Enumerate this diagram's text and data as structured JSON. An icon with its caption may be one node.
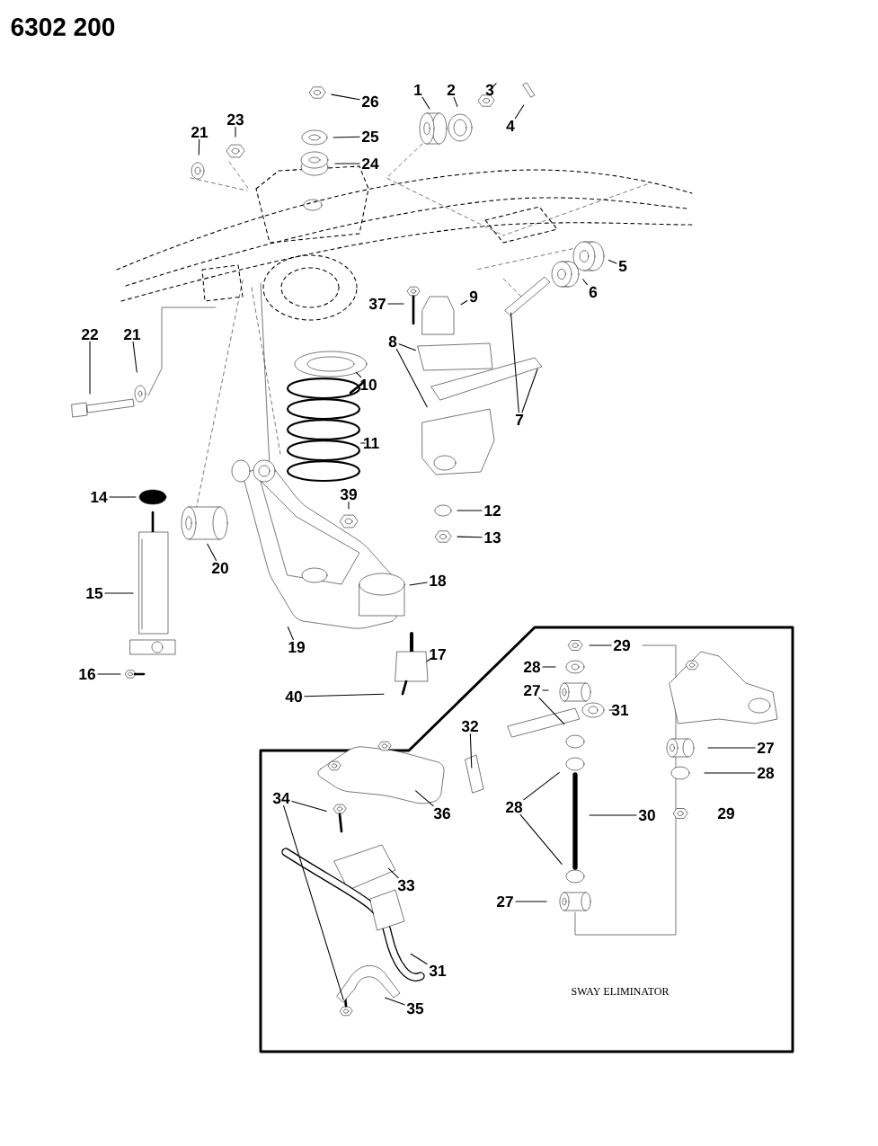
{
  "diagram": {
    "title": "6302 200",
    "nodes": [
      {
        "text": [
          "1"
        ]
      },
      {
        "text": [
          "2"
        ]
      },
      {
        "text": [
          "3"
        ]
      },
      {
        "text": [
          "4"
        ]
      },
      {
        "text": [
          "26"
        ]
      },
      {
        "text": [
          "21"
        ]
      },
      {
        "text": [
          "23"
        ]
      },
      {
        "text": [
          "25"
        ]
      },
      {
        "text": [
          "24"
        ]
      },
      {
        "text": [
          "5"
        ]
      },
      {
        "text": [
          "6"
        ]
      },
      {
        "text": [
          "9"
        ]
      },
      {
        "text": [
          "37"
        ]
      },
      {
        "text": [
          "8"
        ]
      },
      {
        "text": [
          "22"
        ]
      },
      {
        "text": [
          "21"
        ]
      },
      {
        "text": [
          "10"
        ]
      },
      {
        "text": [
          "7"
        ]
      },
      {
        "text": [
          "11"
        ]
      },
      {
        "text": [
          "14"
        ]
      },
      {
        "text": [
          "39"
        ]
      },
      {
        "text": [
          "12"
        ]
      },
      {
        "text": [
          "13"
        ]
      },
      {
        "text": [
          "20"
        ]
      },
      {
        "text": [
          "18"
        ]
      },
      {
        "text": [
          "15"
        ]
      },
      {
        "text": [
          "19"
        ]
      },
      {
        "text": [
          "17"
        ]
      },
      {
        "text": [
          "29"
        ]
      },
      {
        "text": [
          "16"
        ]
      },
      {
        "text": [
          "28"
        ]
      },
      {
        "text": [
          "27"
        ]
      },
      {
        "text": [
          "40"
        ]
      },
      {
        "text": [
          "31"
        ]
      },
      {
        "text": [
          "32"
        ]
      },
      {
        "text": [
          "27"
        ]
      },
      {
        "text": [
          "28"
        ]
      },
      {
        "text": [
          "36"
        ]
      },
      {
        "text": [
          "34"
        ]
      },
      {
        "text": [
          "30"
        ]
      },
      {
        "text": [
          "28"
        ]
      },
      {
        "text": [
          "33"
        ]
      },
      {
        "text": [
          "27"
        ]
      },
      {
        "text": [
          "31"
        ]
      },
      {
        "text": [
          "35"
        ]
      }
    ],
    "edges": [
      {
        "from": 0,
        "to": null,
        "arrow": "none"
      },
      {
        "from": 1,
        "to": null,
        "arrow": "none"
      },
      {
        "from": 2,
        "to": null,
        "arrow": "none"
      },
      {
        "from": 3,
        "to": null,
        "arrow": "none"
      },
      {
        "from": 4,
        "to": null,
        "arrow": "none"
      },
      {
        "from": 5,
        "to": null,
        "arrow": "none"
      },
      {
        "from": 6,
        "to": null,
        "arrow": "none"
      },
      {
        "from": 7,
        "to": null,
        "arrow": "none"
      },
      {
        "from": 8,
        "to": null,
        "arrow": "none"
      },
      {
        "from": 9,
        "to": null,
        "arrow": "none"
      },
      {
        "from": 10,
        "to": null,
        "arrow": "none"
      },
      {
        "from": 11,
        "to": null,
        "arrow": "none"
      },
      {
        "from": 12,
        "to": null,
        "arrow": "none"
      },
      {
        "from": 13,
        "to": null,
        "arrow": "none"
      },
      {
        "from": 13,
        "to": null,
        "arrow": "none"
      },
      {
        "from": 14,
        "to": null,
        "arrow": "none"
      },
      {
        "from": 15,
        "to": null,
        "arrow": "none"
      },
      {
        "from": 16,
        "to": null,
        "arrow": "none"
      },
      {
        "from": 17,
        "to": null,
        "arrow": "none"
      },
      {
        "from": 17,
        "to": null,
        "arrow": "none"
      },
      {
        "from": 18,
        "to": null,
        "arrow": "none"
      },
      {
        "from": 19,
        "to": null,
        "arrow": "none"
      },
      {
        "from": 20,
        "to": null,
        "arrow": "none"
      },
      {
        "from": 21,
        "to": null,
        "arrow": "none"
      },
      {
        "from": 22,
        "to": null,
        "arrow": "none"
      },
      {
        "from": 23,
        "to": null,
        "arrow": "none"
      },
      {
        "from": 24,
        "to": null,
        "arrow": "none"
      },
      {
        "from": 25,
        "to": null,
        "arrow": "none"
      },
      {
        "from": 26,
        "to": null,
        "arrow": "none"
      },
      {
        "from": 27,
        "to": null,
        "arrow": "none"
      },
      {
        "from": 28,
        "to": null,
        "arrow": "none"
      },
      {
        "from": 29,
        "to": null,
        "arrow": "none"
      },
      {
        "from": 30,
        "to": null,
        "arrow": "none"
      },
      {
        "from": 31,
        "to": null,
        "arrow": "none"
      },
      {
        "from": 31,
        "to": null,
        "arrow": "none"
      },
      {
        "from": 32,
        "to": null,
        "arrow": "none"
      },
      {
        "from": 33,
        "to": null,
        "arrow": "none"
      },
      {
        "from": 34,
        "to": null,
        "arrow": "none"
      },
      {
        "from": 35,
        "to": null,
        "arrow": "none"
      },
      {
        "from": 36,
        "to": null,
        "arrow": "none"
      },
      {
        "from": 37,
        "to": null,
        "arrow": "none"
      },
      {
        "from": 38,
        "to": null,
        "arrow": "none"
      },
      {
        "from": 38,
        "to": null,
        "arrow": "none"
      },
      {
        "from": 39,
        "to": null,
        "arrow": "none"
      },
      {
        "from": 40,
        "to": null,
        "arrow": "none"
      },
      {
        "from": 40,
        "to": null,
        "arrow": "none"
      },
      {
        "from": 41,
        "to": null,
        "arrow": "none"
      },
      {
        "from": 42,
        "to": null,
        "arrow": "none"
      },
      {
        "from": 43,
        "to": null,
        "arrow": "none"
      },
      {
        "from": 44,
        "to": null,
        "arrow": "none"
      }
    ],
    "labels": [
      "29",
      "SWAY ELIMINATOR"
    ]
  }
}
